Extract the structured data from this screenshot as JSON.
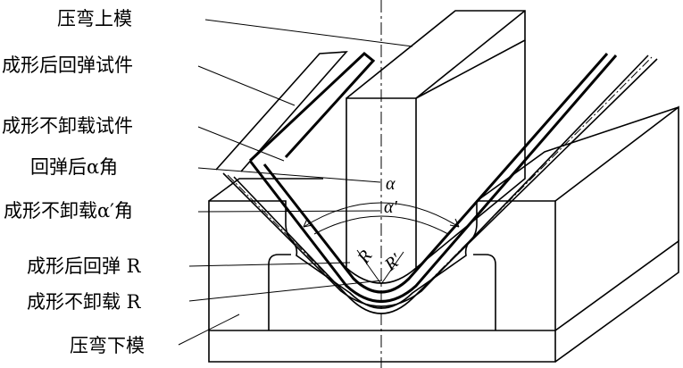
{
  "labels": {
    "upper_die": "压弯上模",
    "springback_part": "成形后回弹试件",
    "unloaded_part": "成形不卸载试件",
    "springback_angle": "回弹后α角",
    "unloaded_angle": "成形不卸载α′角",
    "springback_radius": "成形后回弹 R",
    "unloaded_radius": "成形不卸载 R",
    "lower_die": "压弯下模"
  },
  "symbols": {
    "alpha": "α",
    "alpha_prime": "α′",
    "r": "R",
    "r_prime": "R′"
  }
}
